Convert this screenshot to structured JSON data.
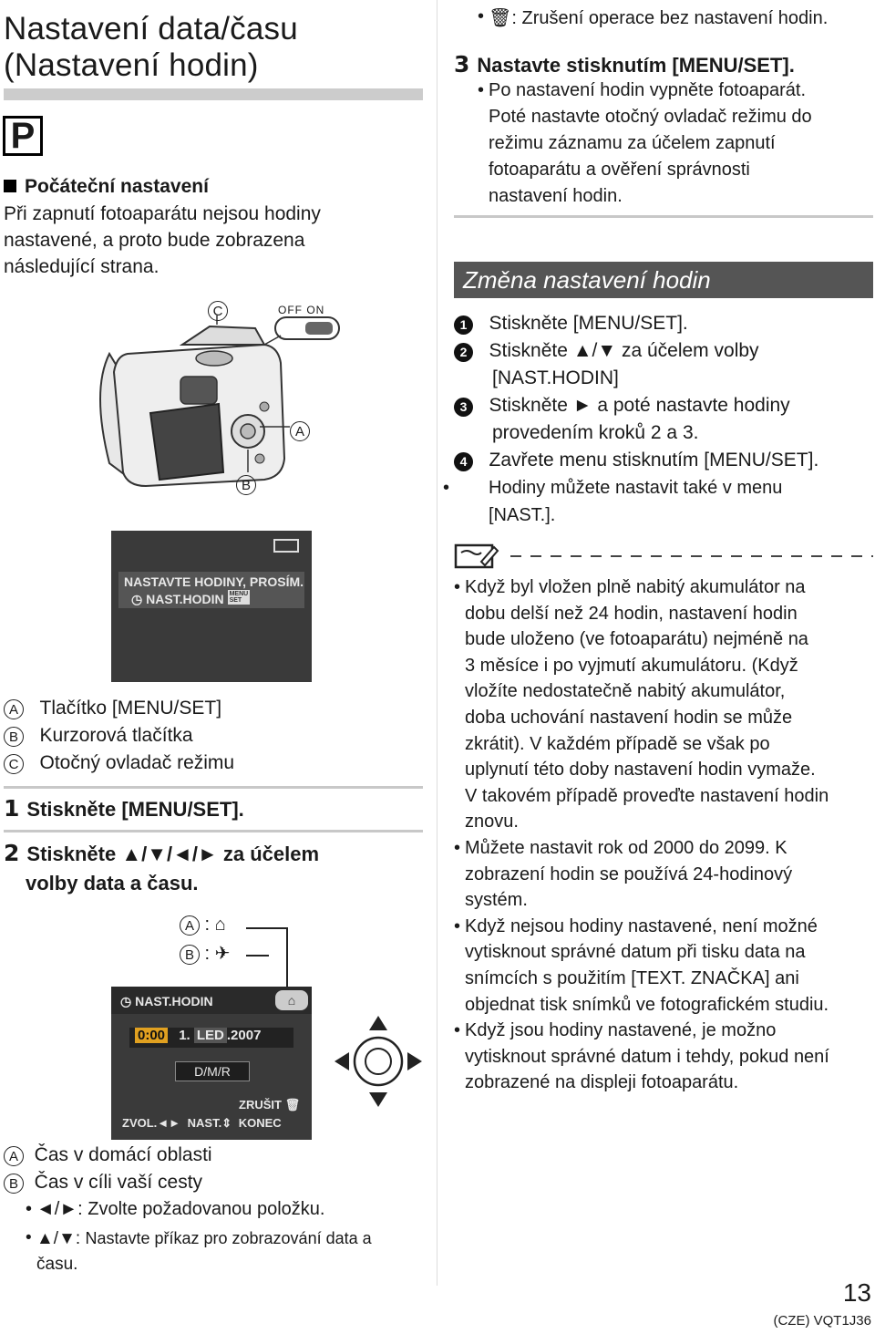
{
  "left": {
    "title_line1": "Nastavení data/času",
    "title_line2": "(Nastavení hodin)",
    "mode_badge": "P",
    "initial_heading": "Počáteční nastavení",
    "initial_text1": "Při zapnutí fotoaparátu nejsou hodiny",
    "initial_text2": "nastavené, a proto bude zobrazena",
    "initial_text3": "následující strana.",
    "camera_labels": {
      "c": "C",
      "a": "A",
      "b": "B",
      "switch": "OFF  ON"
    },
    "screen1_line1": "NASTAVTE HODINY, PROSÍM.",
    "screen1_line2": "NAST.HODIN",
    "menu_badge_top": "MENU",
    "menu_badge_bottom": "SET",
    "legend1": [
      {
        "key": "A",
        "text": "Tlačítko [MENU/SET]"
      },
      {
        "key": "B",
        "text": "Kurzorová tlačítka"
      },
      {
        "key": "C",
        "text": "Otočný ovladač režimu"
      }
    ],
    "step1_num": "1",
    "step1_text": "Stiskněte [MENU/SET].",
    "step2_num": "2",
    "step2_line1": "Stiskněte ▲/▼/◄/► za účelem",
    "step2_line2": "volby data a času.",
    "callout_a": "A",
    "callout_b": "B",
    "screen2_title": "NAST.HODIN",
    "screen2_time": "0:00",
    "screen2_day": "1.",
    "screen2_month": "LED",
    "screen2_year": ".2007",
    "screen2_format": "D/M/R",
    "screen2_cancel": "ZRUŠIT",
    "screen2_select": "ZVOL.",
    "screen2_set": "NAST.",
    "screen2_end": "KONEC",
    "legend2": [
      {
        "key": "A",
        "text": "Čas v domácí oblasti"
      },
      {
        "key": "B",
        "text": "Čas v cíli vaší cesty"
      }
    ],
    "bullet_lr_keys": "◄/►:",
    "bullet_lr_text": "Zvolte požadovanou položku.",
    "bullet_ud_keys": "▲/▼:",
    "bullet_ud_text": "Nastavte příkaz pro zobrazování data a",
    "bullet_ud_text2": "času."
  },
  "right": {
    "cancel_text": ": Zrušení operace bez nastavení hodin.",
    "step3_num": "3",
    "step3_text": "Nastavte stisknutím [MENU/SET].",
    "step3_b1": "Po nastavení hodin vypněte fotoaparát.",
    "step3_b2": "Poté nastavte otočný ovladač režimu do",
    "step3_b3": "režimu záznamu za účelem zapnutí",
    "step3_b4": "fotoaparátu a ověření správnosti",
    "step3_b5": "nastavení hodin.",
    "banner": "Změna nastavení hodin",
    "change_steps": [
      {
        "n": "1",
        "l1": "Stiskněte [MENU/SET].",
        "l2": ""
      },
      {
        "n": "2",
        "l1": "Stiskněte ▲/▼ za účelem volby",
        "l2": "[NAST.HODIN]"
      },
      {
        "n": "3",
        "l1": "Stiskněte ► a poté nastavte hodiny",
        "l2": "provedením kroků 2 a 3."
      },
      {
        "n": "4",
        "l1": "Zavřete menu stisknutím [MENU/SET].",
        "l2": ""
      }
    ],
    "change_note1": "Hodiny můžete nastavit také v menu",
    "change_note2": "[NAST.].",
    "notes": [
      [
        "Když byl vložen plně nabitý akumulátor na",
        "dobu delší než 24 hodin, nastavení hodin",
        "bude uloženo (ve fotoaparátu) nejméně na",
        "3 měsíce i po vyjmutí akumulátoru. (Když",
        "vložíte nedostatečně nabitý akumulátor,",
        "doba uchování nastavení hodin se může",
        "zkrátit). V každém případě se však po",
        "uplynutí této doby nastavení hodin vymaže.",
        "V takovém případě proveďte nastavení hodin",
        "znovu."
      ],
      [
        "Můžete nastavit rok od 2000 do 2099. K",
        "zobrazení hodin se používá 24-hodinový",
        "systém."
      ],
      [
        "Když nejsou hodiny nastavené, není možné",
        "vytisknout správné datum při tisku data na",
        "snímcích s použitím [TEXT. ZNAČKA] ani",
        "objednat tisk snímků ve fotografickém studiu."
      ],
      [
        "Když jsou hodiny nastavené, je možno",
        "vytisknout správné datum i tehdy, pokud není",
        "zobrazené na displeji fotoaparátu."
      ]
    ],
    "page_number": "13",
    "page_code": "(CZE) VQT1J36"
  }
}
